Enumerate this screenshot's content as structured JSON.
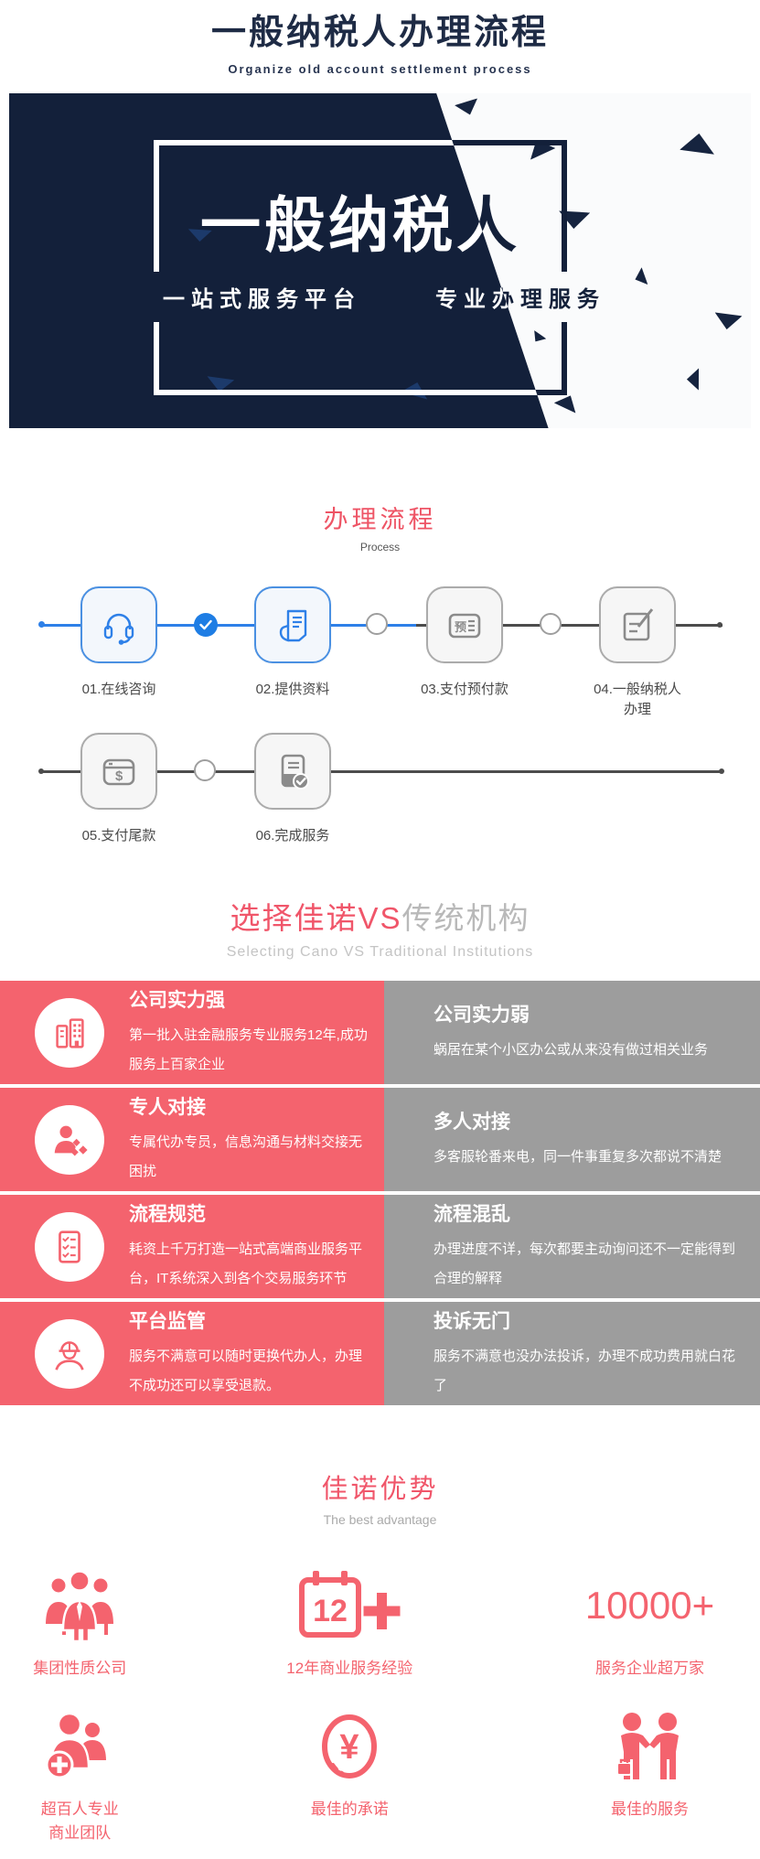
{
  "page": {
    "title": "一般纳税人办理流程",
    "subtitle": "Organize old account settlement process"
  },
  "banner": {
    "headline": "一般纳税人",
    "tagline_left": "一站式服务平台",
    "tagline_right": "专业办理服务"
  },
  "process": {
    "title": "办理流程",
    "subtitle": "Process",
    "steps": [
      {
        "label": "01.在线咨询",
        "icon": "headset-icon"
      },
      {
        "label": "02.提供资料",
        "icon": "document-hand-icon"
      },
      {
        "label": "03.支付预付款",
        "icon": "prepay-card-icon",
        "icon_text": "预"
      },
      {
        "label": "04.一般纳税人",
        "label2": "办理",
        "icon": "edit-document-icon"
      },
      {
        "label": "05.支付尾款",
        "icon": "payment-window-icon",
        "icon_text": "$"
      },
      {
        "label": "06.完成服务",
        "icon": "service-done-icon"
      }
    ]
  },
  "comparison": {
    "title_highlight": "选择佳诺VS",
    "title_muted": "传统机构",
    "subtitle": "Selecting Cano VS Traditional Institutions",
    "rows": [
      {
        "left": {
          "icon": "company-building-icon",
          "title": "公司实力强",
          "body": "第一批入驻金融服务专业服务12年,成功服务上百家企业"
        },
        "right": {
          "title": "公司实力弱",
          "body": "蜗居在某个小区办公或从来没有做过相关业务"
        }
      },
      {
        "left": {
          "icon": "dedicated-agent-icon",
          "title": "专人对接",
          "body": "专属代办专员，信息沟通与材料交接无困扰"
        },
        "right": {
          "title": "多人对接",
          "body": "多客服轮番来电，同一件事重复多次都说不清楚"
        }
      },
      {
        "left": {
          "icon": "process-checklist-icon",
          "title": "流程规范",
          "body": "耗资上千万打造一站式高端商业服务平台，IT系统深入到各个交易服务环节"
        },
        "right": {
          "title": "流程混乱",
          "body": "办理进度不详，每次都要主动询问还不一定能得到合理的解释"
        }
      },
      {
        "left": {
          "icon": "platform-supervisor-icon",
          "title": "平台监管",
          "body": "服务不满意可以随时更换代办人，办理不成功还可以享受退款。"
        },
        "right": {
          "title": "投诉无门",
          "body": "服务不满意也没办法投诉，办理不成功费用就白花了"
        }
      }
    ]
  },
  "advantages": {
    "title": "佳诺优势",
    "subtitle": "The best advantage",
    "items": [
      {
        "icon": "team-icon",
        "label": "集团性质公司"
      },
      {
        "icon": "calendar-12-plus-icon",
        "icon_text": "12",
        "label": "12年商业服务经验"
      },
      {
        "stat": "10000+",
        "label": "服务企业超万家"
      },
      {
        "icon": "team-plus-icon",
        "label": "超百人专业",
        "label2": "商业团队"
      },
      {
        "icon": "yen-circle-icon",
        "icon_text": "¥",
        "label": "最佳的承诺"
      },
      {
        "icon": "handshake-icon",
        "label": "最佳的服务"
      }
    ]
  },
  "colors": {
    "accent": "#f4636e",
    "navy": "#13203a",
    "blue": "#2e80e8",
    "gray_panel": "#9d9d9d"
  }
}
